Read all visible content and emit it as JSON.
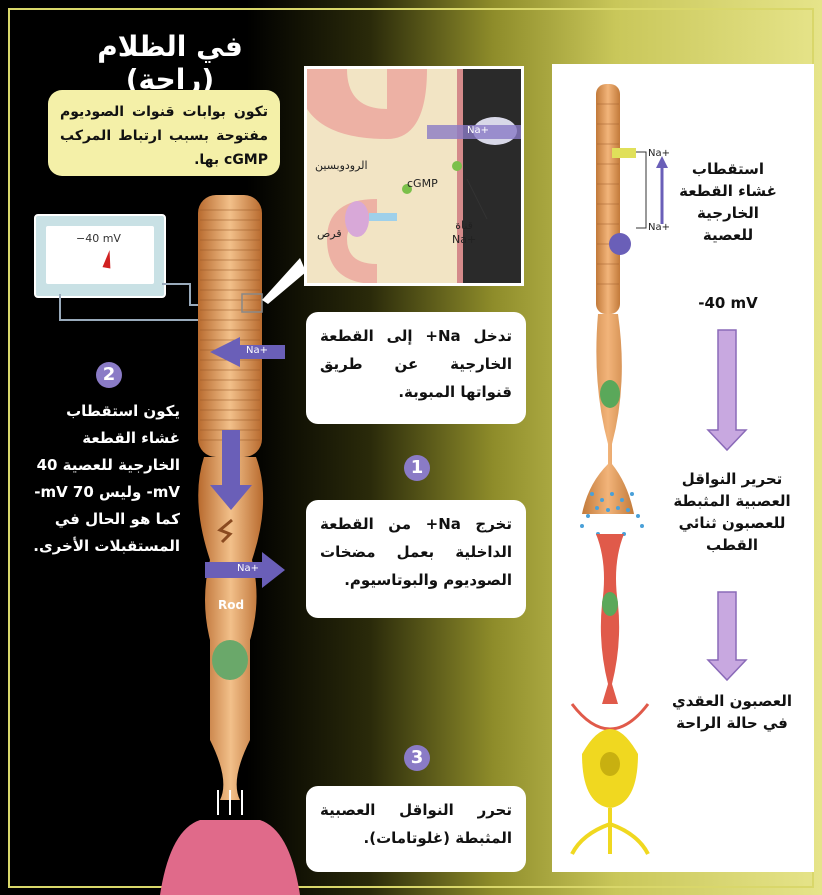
{
  "title": "في الظلام (راحة)",
  "yellow_box": "تكون بوابات قنوات الصوديوم مفتوحة بسبب ارتباط المركب cGMP بها.",
  "meter": {
    "reading": "−40 mV"
  },
  "inset": {
    "rhodopsin": "الرودوبسين",
    "cgmp": "cGMP",
    "disc": "قرص",
    "channel_line1": "قناة",
    "channel_line2": "Na+",
    "na": "Na+"
  },
  "rod_label": "Rod",
  "na_label": "Na+",
  "steps": [
    {
      "number": "1",
      "text_top": "تدخل Na+ إلى القطعة الخارجية عن طريق قنواتها المبوبة.",
      "text_bottom": "تخرج Na+ من القطعة الداخلية بعمل مضخات الصوديوم والبوتاسيوم."
    },
    {
      "number": "2",
      "text": "يكون استقطاب غشاء القطعة الخارجية للعصية 40 mV- وليس 70 mV- كما هو الحال في المستقبلات الأخرى."
    },
    {
      "number": "3",
      "text": "تحرر النواقل العصبية المثبطة (غلوتامات)."
    }
  ],
  "right_panel": {
    "polarization": "استقطاب غشاء القطعة الخارجية للعصية",
    "voltage": "-40 mV",
    "release": "تحرير النواقل العصبية المثبطة للعصبون ثنائي القطب",
    "ganglion": "العصبون العقدي في حالة الراحة",
    "na": "Na+"
  },
  "colors": {
    "accent_purple": "#8a7bc6",
    "yellow_box": "#f4f0a8",
    "rod_orange": "#e8a468",
    "bipolar_red": "#e05a4a",
    "ganglion_yellow": "#f0d820"
  }
}
